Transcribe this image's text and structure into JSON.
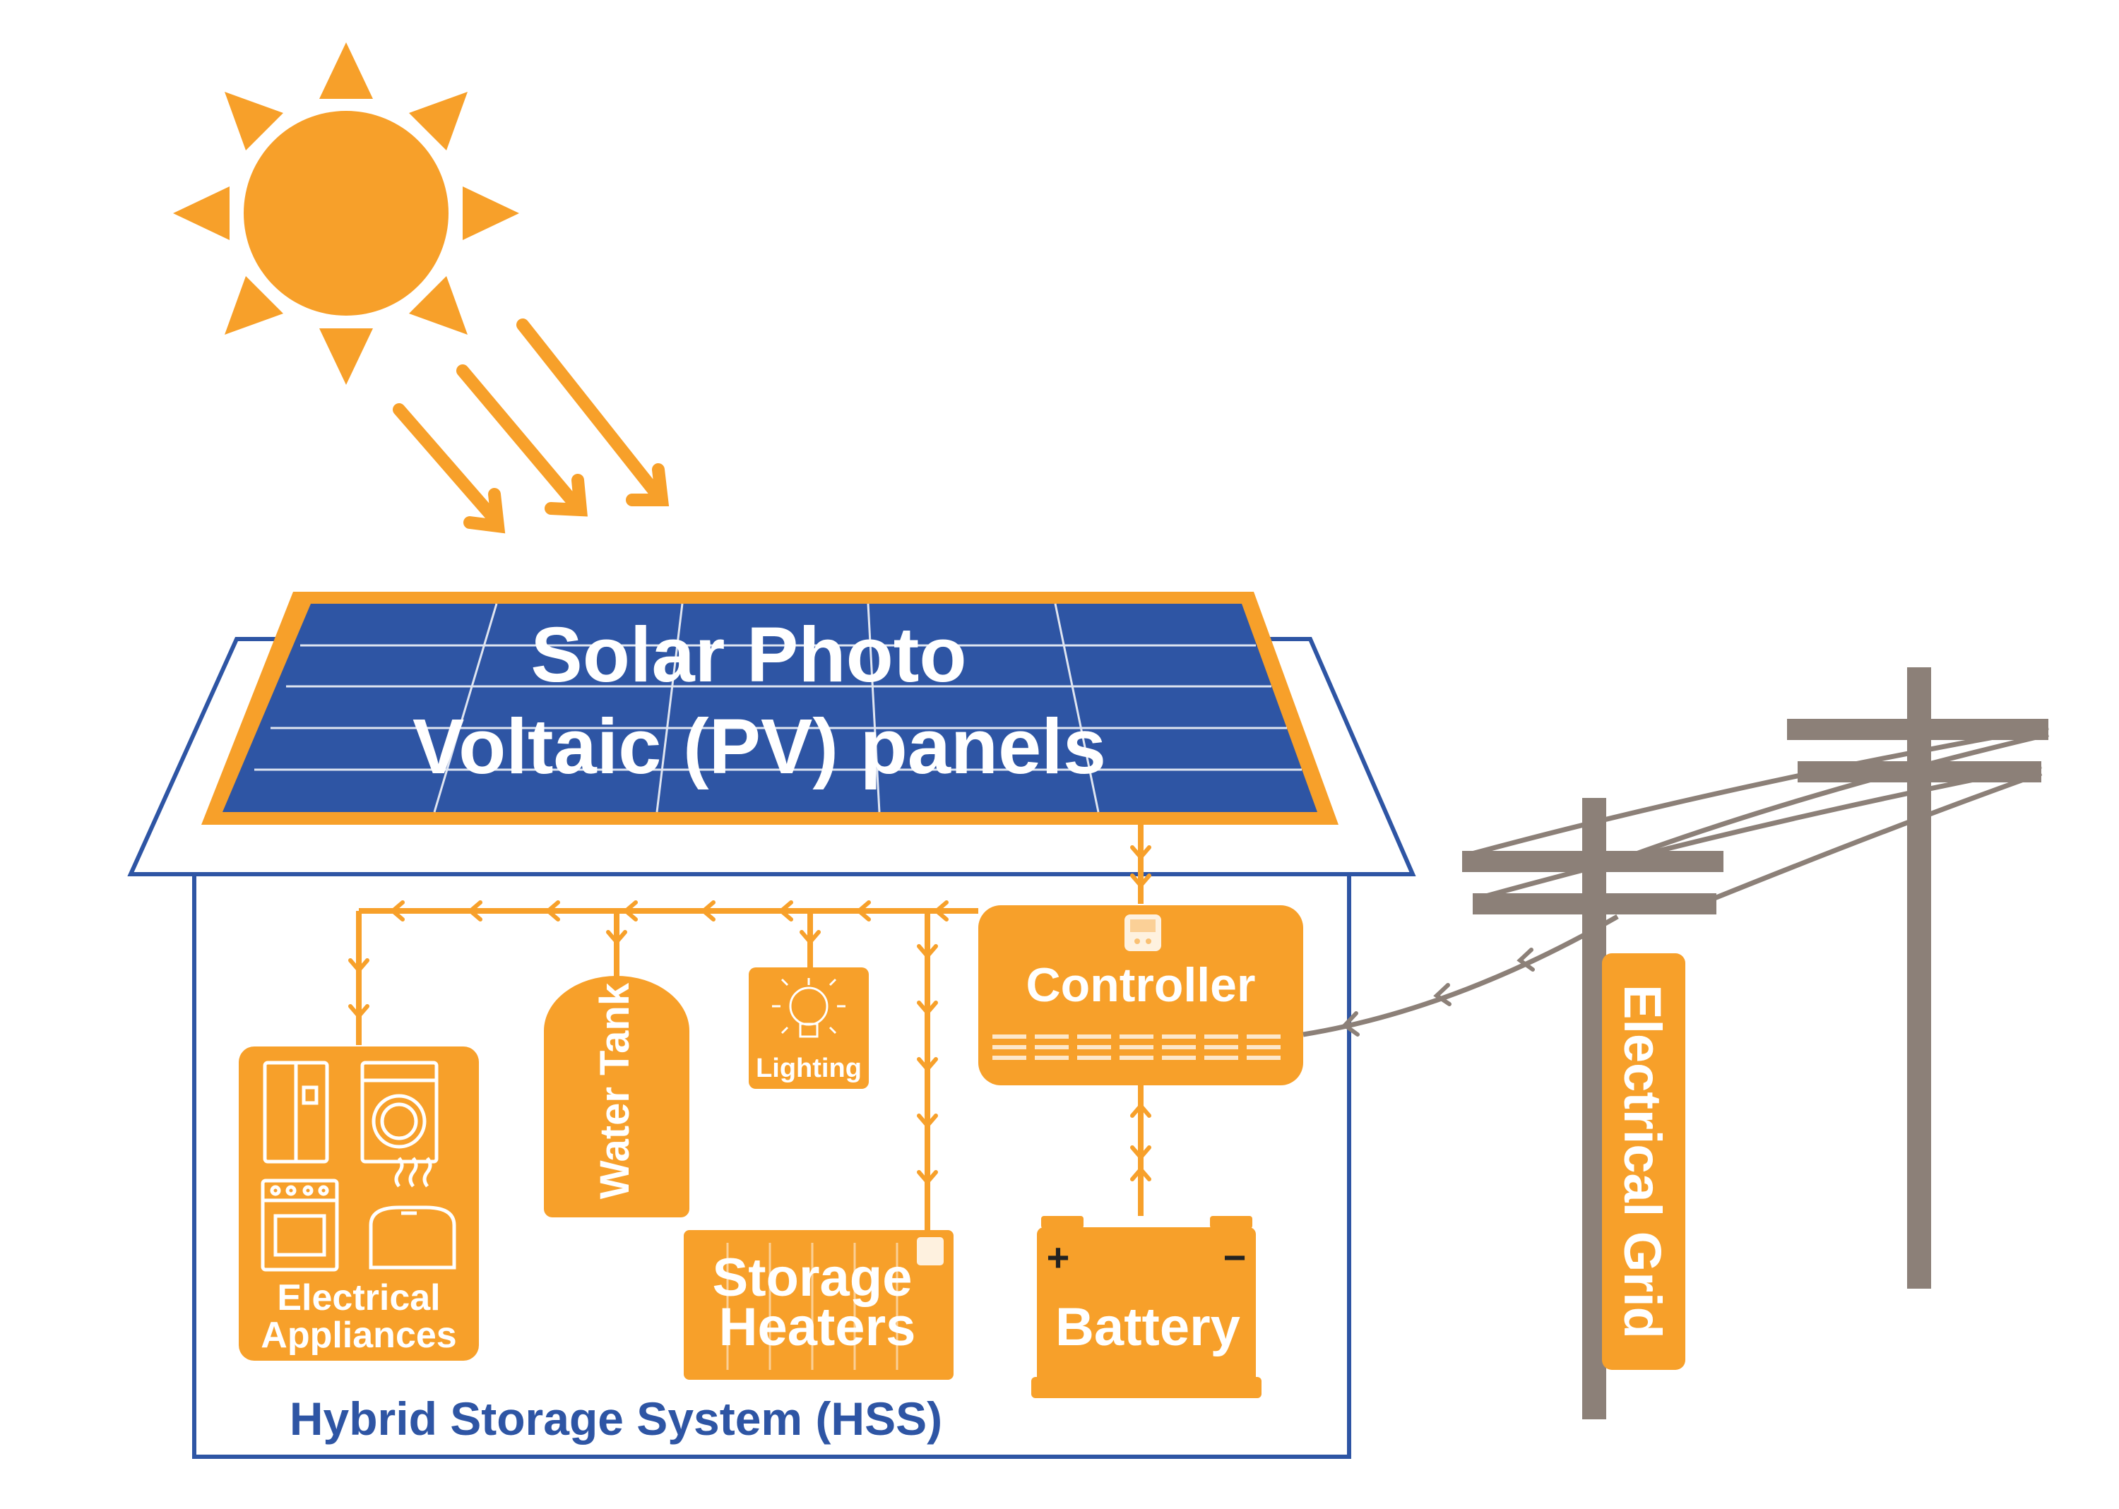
{
  "labels": {
    "pv_line1": "Solar Photo",
    "pv_line2": "Voltaic (PV) panels",
    "controller": "Controller",
    "water_tank": "Water Tank",
    "lighting": "Lighting",
    "storage_line1": "Storage",
    "storage_line2": "Heaters",
    "appliances_line1": "Electrical",
    "appliances_line2": "Appliances",
    "battery": "Battery",
    "grid": "Electrical Grid",
    "hss": "Hybrid Storage System (HSS)",
    "battery_plus": "+",
    "battery_minus": "−"
  },
  "colors": {
    "orange": "#F7A02A",
    "panel_blue": "#2E55A4",
    "house_outline": "#2E55A4",
    "hss_text": "#2E55A4",
    "pole": "#8C8078",
    "white": "#FFFFFF"
  }
}
